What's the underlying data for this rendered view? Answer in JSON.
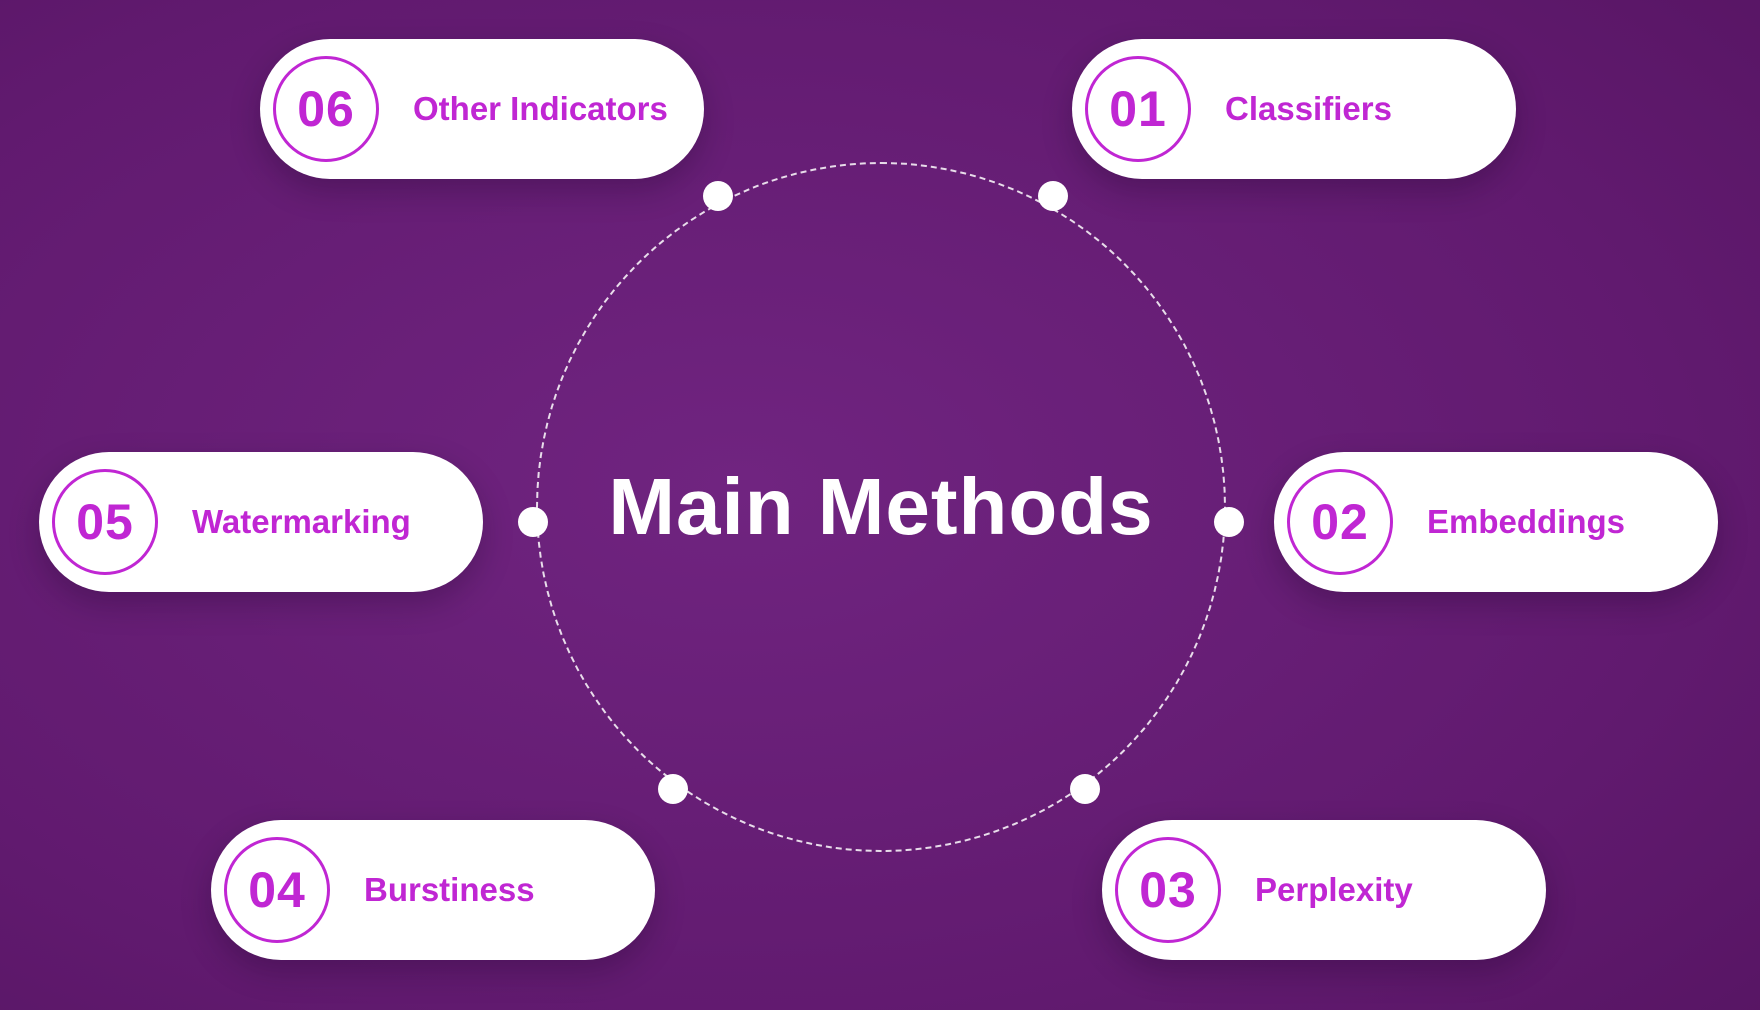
{
  "title": "Main Methods",
  "accent_color": "#c026d3",
  "items": [
    {
      "number": "01",
      "label": "Classifiers"
    },
    {
      "number": "02",
      "label": "Embeddings"
    },
    {
      "number": "03",
      "label": "Perplexity"
    },
    {
      "number": "04",
      "label": "Burstiness"
    },
    {
      "number": "05",
      "label": "Watermarking"
    },
    {
      "number": "06",
      "label": "Other Indicators"
    }
  ]
}
